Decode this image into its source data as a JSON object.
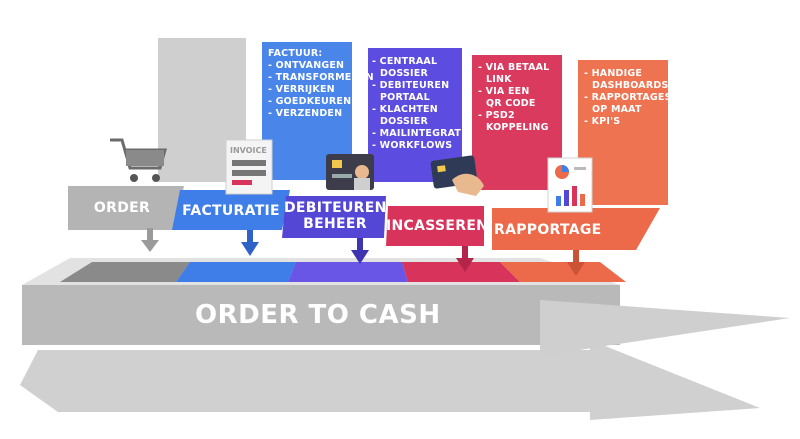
{
  "title": "ORDER TO CASH",
  "colors": {
    "order": "#b4b4b4",
    "facturatie": "#3f7ee8",
    "debiteurenbeheer": "#5447d6",
    "incasseren": "#d8335a",
    "rapportage": "#ec6a4a"
  },
  "stages": [
    {
      "id": "order",
      "label": "ORDER",
      "icon": "shopping-cart-icon",
      "bullets": []
    },
    {
      "id": "facturatie",
      "label": "FACTURATIE",
      "icon": "invoice-icon",
      "heading": "FACTUUR:",
      "bullets": [
        "- ONTVANGEN",
        "- TRANSFORMEREN",
        "- VERRIJKEN",
        "- GOEDKEUREN",
        "- VERZENDEN"
      ],
      "icon_text": "INVOICE"
    },
    {
      "id": "debiteurenbeheer",
      "label_line1": "DEBITEUREN",
      "label_line2": "BEHEER",
      "icon": "id-card-icon",
      "bullets": [
        "- CENTRAAL",
        "  DOSSIER",
        "- DEBITEUREN",
        "  PORTAAL",
        "- KLACHTEN",
        "  DOSSIER",
        "- MAILINTEGRATIE",
        "- WORKFLOWS"
      ]
    },
    {
      "id": "incasseren",
      "label": "INCASSEREN",
      "icon": "credit-card-hand-icon",
      "bullets": [
        "- VIA BETAAL",
        "  LINK",
        "- VIA EEN",
        "  QR CODE",
        "- PSD2",
        "  KOPPELING"
      ]
    },
    {
      "id": "rapportage",
      "label": "RAPPORTAGE",
      "icon": "report-chart-icon",
      "bullets": [
        "- HANDIGE",
        "  DASHBOARDS",
        "- RAPPORTAGES",
        "  OP MAAT",
        "- KPI'S"
      ]
    }
  ]
}
